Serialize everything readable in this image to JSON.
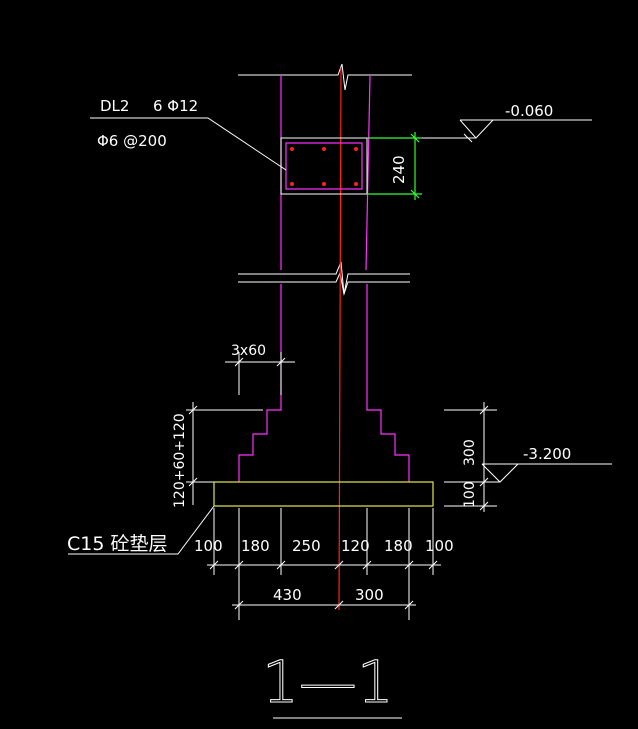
{
  "beam": {
    "name": "DL2",
    "main_bars": "6 Φ12",
    "stirrups": "Φ6 @200",
    "height": "240"
  },
  "elevations": {
    "top": "-0.060",
    "bottom": "-3.200"
  },
  "footing": {
    "step_width": "3x60",
    "step_heights": "120+60+120",
    "pad_height": "100",
    "masonry_height": "300",
    "cushion_label": "C15 砼垫层",
    "widths_row1": [
      "100",
      "180",
      "250",
      "120",
      "180",
      "100"
    ],
    "widths_row2": [
      "430",
      "300"
    ]
  },
  "section_title": "1—1",
  "colors": {
    "wall": "#ff33ff",
    "axis": "#ff2020",
    "cushion": "#e6e64d",
    "dimension_beam": "#33ff33",
    "lines": "#ffffff"
  }
}
